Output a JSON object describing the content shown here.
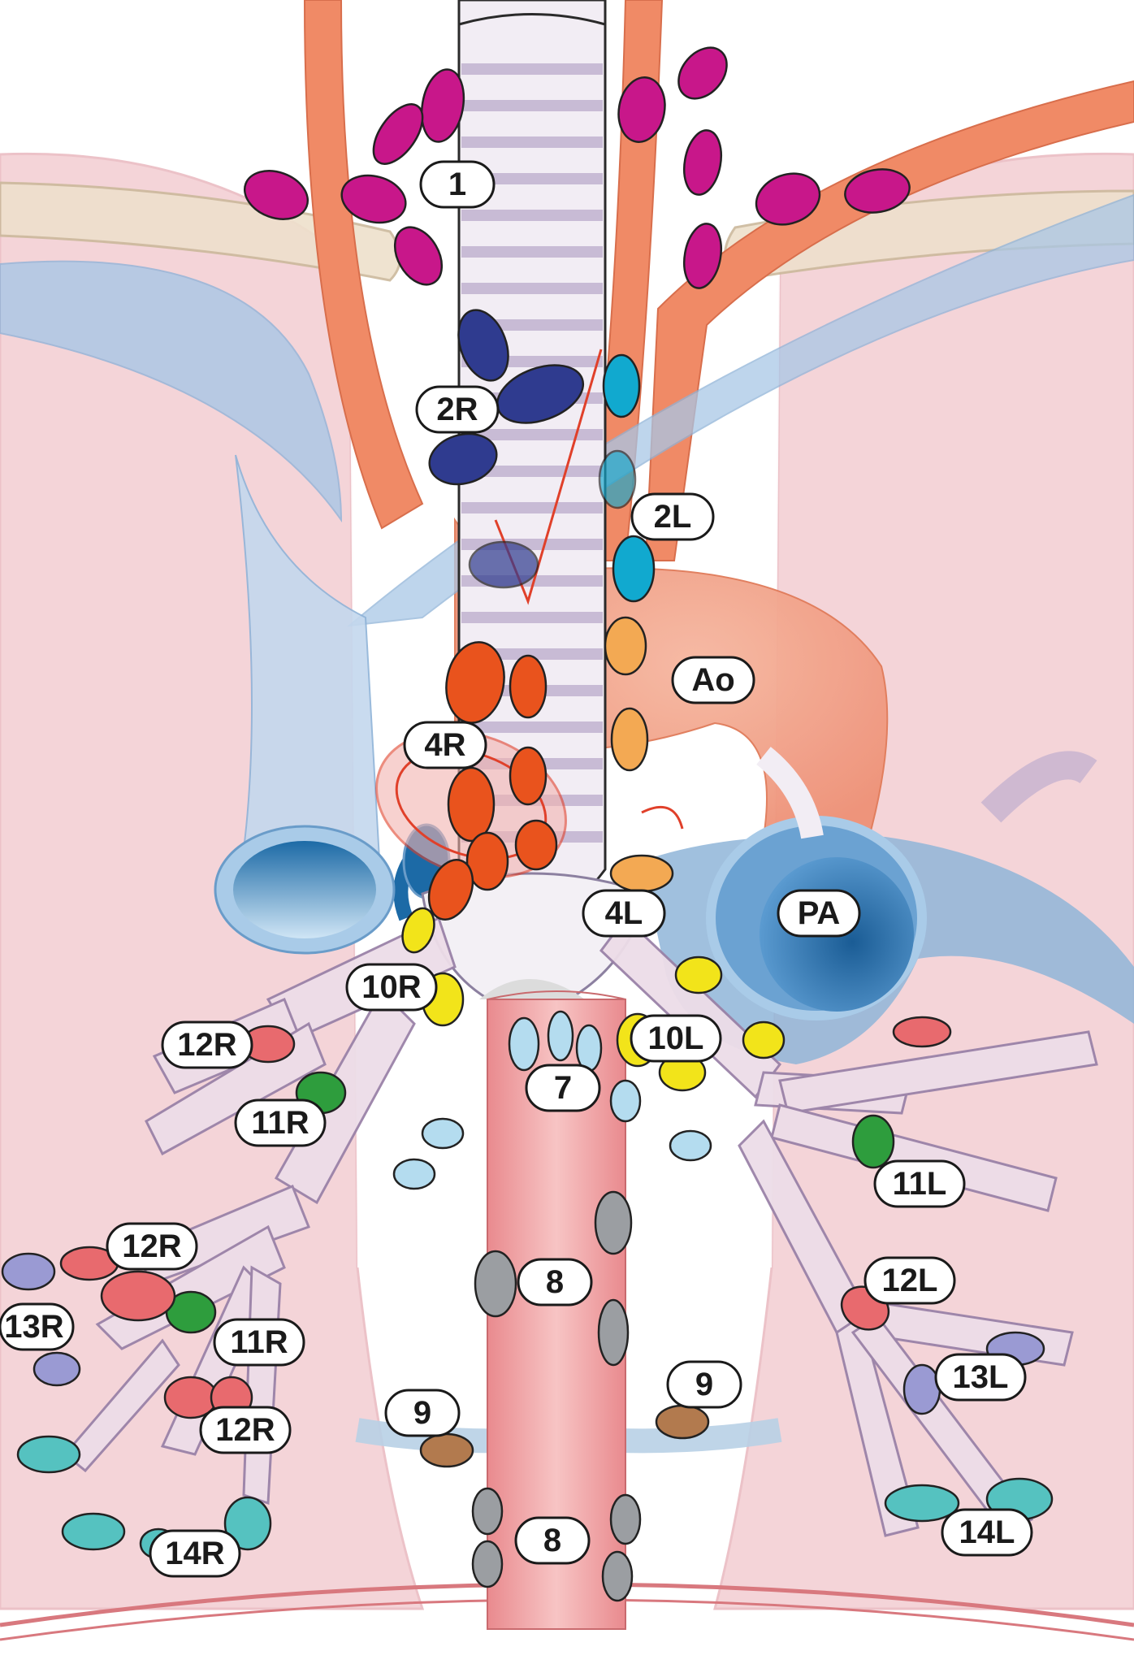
{
  "labels": {
    "station_1": "1",
    "station_2R": "2R",
    "station_2L": "2L",
    "aorta": "Ao",
    "station_4R": "4R",
    "station_4L": "4L",
    "pulmonary_artery": "PA",
    "station_10R": "10R",
    "station_10L": "10L",
    "station_12R_upper": "12R",
    "station_11R_upper": "11R",
    "station_7": "7",
    "station_11L": "11L",
    "station_8_upper": "8",
    "station_12R_middle": "12R",
    "station_13R": "13R",
    "station_11R_lower": "11R",
    "station_12L": "12L",
    "station_12R_lower": "12R",
    "station_9_right": "9",
    "station_9_left": "9",
    "station_13L": "13L",
    "station_8_lower": "8",
    "station_14R": "14R",
    "station_14L": "14L"
  },
  "colors": {
    "station_1": "#c8178a",
    "station_2R": "#2f3b8f",
    "station_2L": "#11a9cf",
    "station_4R": "#e9531d",
    "station_4L": "#f3a953",
    "station_10": "#f2e41a",
    "station_7": "#b4dcef",
    "station_8": "#9b9ea2",
    "station_9": "#b27a4e",
    "station_11": "#2e9d3d",
    "station_12": "#e86a6e",
    "station_13": "#9a9ad3",
    "station_14": "#55c2c0",
    "lung": "#f4d4d8",
    "artery": "#f08a66",
    "vein": "#a9c7e6",
    "trachea": "#ece4f0",
    "esophagus": "#f2a3a3"
  }
}
